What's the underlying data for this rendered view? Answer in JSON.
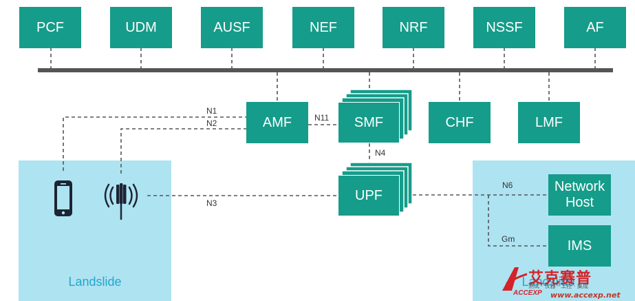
{
  "nodes": {
    "pcf": "PCF",
    "udm": "UDM",
    "ausf": "AUSF",
    "nef": "NEF",
    "nrf": "NRF",
    "nssf": "NSSF",
    "af": "AF",
    "amf": "AMF",
    "smf": "SMF",
    "chf": "CHF",
    "lmf": "LMF",
    "upf": "UPF",
    "network_host": "Network Host",
    "ims": "IMS"
  },
  "interfaces": {
    "n1": "N1",
    "n2": "N2",
    "n3": "N3",
    "n4": "N4",
    "n6": "N6",
    "n11": "N11",
    "gm": "Gm"
  },
  "regions": {
    "left_label": "Landslide",
    "right_label": "Landslide"
  },
  "watermark": {
    "brand": "艾克赛普",
    "tagline": "测试 · 仪器 · 工控 · 集成",
    "url": "www.accexp.net",
    "logo": "ACCEXP"
  },
  "colors": {
    "node": "#159c8a",
    "region": "#aee3f1",
    "bus": "#555555",
    "region_label": "#22a6cf"
  },
  "icons": [
    "phone-icon",
    "cell-tower-icon"
  ]
}
